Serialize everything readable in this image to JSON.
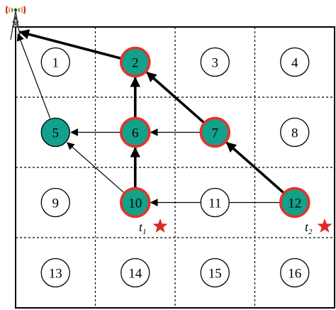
{
  "colors": {
    "background": "#ffffff",
    "grid_border": "#000000",
    "grid_dash": "#000000",
    "node_plain_fill": "#ffffff",
    "node_plain_stroke": "#000000",
    "node_teal_fill": "#13a08c",
    "node_highlight_stroke": "#e53328",
    "star": "#d92a2a",
    "antenna": "#333333",
    "wave_inner": "#3aa63a",
    "wave_middle": "#e8a030",
    "wave_outer": "#cc3333"
  },
  "icons": {
    "antenna": "radio-tower-icon",
    "target": "star-icon"
  },
  "nodes": [
    {
      "id": 1,
      "label": "1",
      "style": "plain"
    },
    {
      "id": 2,
      "label": "2",
      "style": "highlight"
    },
    {
      "id": 3,
      "label": "3",
      "style": "plain"
    },
    {
      "id": 4,
      "label": "4",
      "style": "plain"
    },
    {
      "id": 5,
      "label": "5",
      "style": "teal"
    },
    {
      "id": 6,
      "label": "6",
      "style": "highlight"
    },
    {
      "id": 7,
      "label": "7",
      "style": "highlight"
    },
    {
      "id": 8,
      "label": "8",
      "style": "plain"
    },
    {
      "id": 9,
      "label": "9",
      "style": "plain"
    },
    {
      "id": 10,
      "label": "10",
      "style": "highlight"
    },
    {
      "id": 11,
      "label": "11",
      "style": "plain"
    },
    {
      "id": 12,
      "label": "12",
      "style": "highlight"
    },
    {
      "id": 13,
      "label": "13",
      "style": "plain"
    },
    {
      "id": 14,
      "label": "14",
      "style": "plain"
    },
    {
      "id": 15,
      "label": "15",
      "style": "plain"
    },
    {
      "id": 16,
      "label": "16",
      "style": "plain"
    }
  ],
  "edges": [
    {
      "from": 2,
      "to": "sink",
      "weight": "bold"
    },
    {
      "from": 5,
      "to": "sink",
      "weight": "thin"
    },
    {
      "from": 6,
      "to": 2,
      "weight": "bold"
    },
    {
      "from": 6,
      "to": 5,
      "weight": "thin"
    },
    {
      "from": 7,
      "to": 2,
      "weight": "bold"
    },
    {
      "from": 7,
      "to": 6,
      "weight": "thin"
    },
    {
      "from": 10,
      "to": 6,
      "weight": "bold"
    },
    {
      "from": 10,
      "to": 5,
      "weight": "thin"
    },
    {
      "from": 12,
      "to": 7,
      "weight": "bold"
    },
    {
      "from": 12,
      "to": 10,
      "weight": "thin"
    }
  ],
  "targets": [
    {
      "id": "t1",
      "letter": "t",
      "sub": "1",
      "near": 10
    },
    {
      "id": "t2",
      "letter": "t",
      "sub": "2",
      "near": 12
    }
  ]
}
